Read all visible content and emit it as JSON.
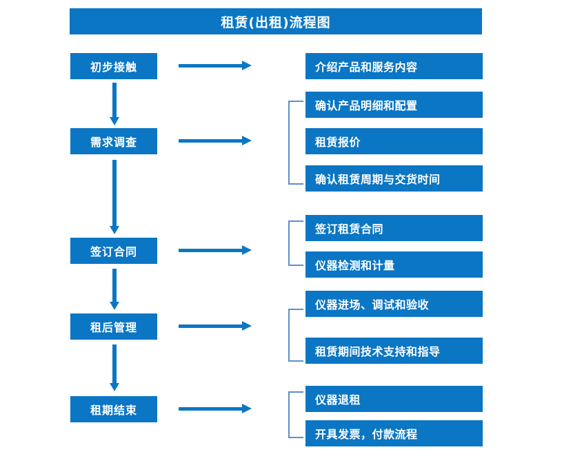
{
  "header": {
    "title": "租赁(出租)流程图"
  },
  "theme": {
    "accent_blue": "#0B76C4",
    "bracket_blue": "#5B8FC9",
    "background": "#FFFFFF",
    "text_on_accent": "#FFFFFF"
  },
  "flow": {
    "stages": [
      {
        "id": "stage-1",
        "label": "初步接触",
        "tasks": [
          {
            "label": "介绍产品和服务内容"
          }
        ]
      },
      {
        "id": "stage-2",
        "label": "需求调查",
        "tasks": [
          {
            "label": "确认产品明细和配置"
          },
          {
            "label": "租赁报价"
          },
          {
            "label": "确认租赁周期与交货时间"
          }
        ]
      },
      {
        "id": "stage-3",
        "label": "签订合同",
        "tasks": [
          {
            "label": "签订租赁合同"
          },
          {
            "label": "仪器检测和计量"
          }
        ]
      },
      {
        "id": "stage-4",
        "label": "租后管理",
        "tasks": [
          {
            "label": "仪器进场、调试和验收"
          },
          {
            "label": "租赁期间技术支持和指导"
          }
        ]
      },
      {
        "id": "stage-5",
        "label": "租期结束",
        "tasks": [
          {
            "label": "仪器退租"
          },
          {
            "label": "开具发票，付款流程"
          }
        ]
      }
    ]
  }
}
